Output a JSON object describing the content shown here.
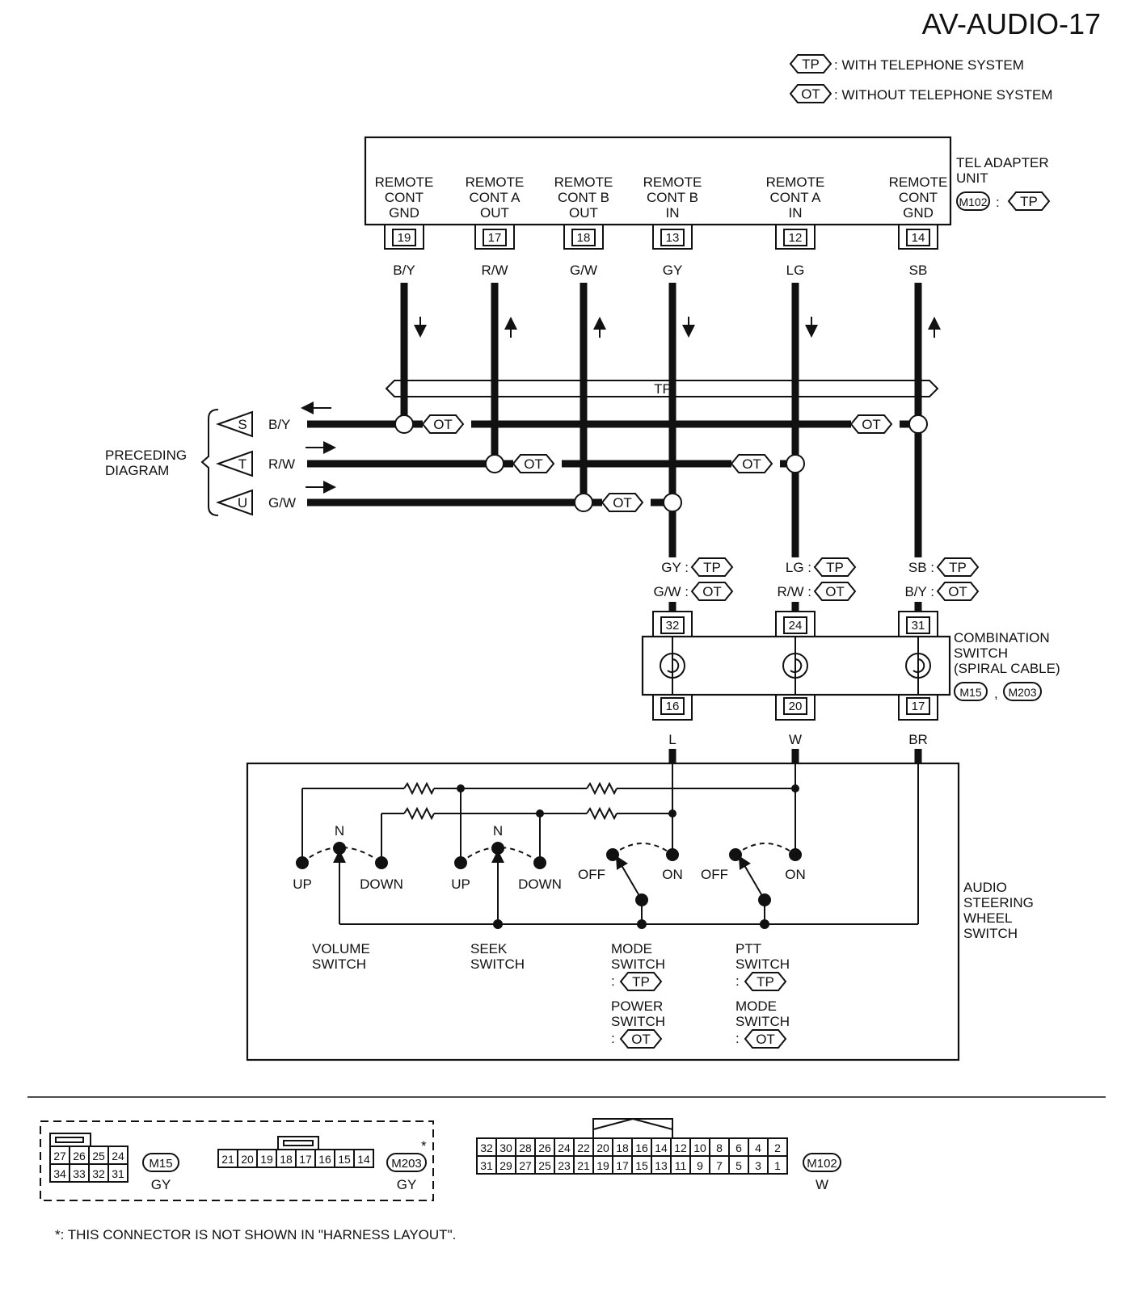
{
  "header": {
    "page_code": "AV-AUDIO-17"
  },
  "legend": [
    {
      "tag": "TP",
      "text": ": WITH TELEPHONE SYSTEM"
    },
    {
      "tag": "OT",
      "text": ": WITHOUT TELEPHONE SYSTEM"
    }
  ],
  "tel_adapter": {
    "name_line1": "TEL ADAPTER",
    "name_line2": "UNIT",
    "connector": "M102",
    "tag": "TP",
    "pins": [
      {
        "l1": "REMOTE",
        "l2": "CONT",
        "l3": "GND",
        "pin": "19",
        "wire": "B/Y"
      },
      {
        "l1": "REMOTE",
        "l2": "CONT A",
        "l3": "OUT",
        "pin": "17",
        "wire": "R/W"
      },
      {
        "l1": "REMOTE",
        "l2": "CONT B",
        "l3": "OUT",
        "pin": "18",
        "wire": "G/W"
      },
      {
        "l1": "REMOTE",
        "l2": "CONT B",
        "l3": "IN",
        "pin": "13",
        "wire": "GY"
      },
      {
        "l1": "REMOTE",
        "l2": "CONT A",
        "l3": "IN",
        "pin": "12",
        "wire": "LG"
      },
      {
        "l1": "REMOTE",
        "l2": "CONT",
        "l3": "GND",
        "pin": "14",
        "wire": "SB"
      }
    ]
  },
  "tp_bar": "TP",
  "ot_tag": "OT",
  "preceding": {
    "line1": "PRECEDING",
    "line2": "DIAGRAM",
    "refs": [
      {
        "letter": "S",
        "wire": "B/Y"
      },
      {
        "letter": "T",
        "wire": "R/W"
      },
      {
        "letter": "U",
        "wire": "G/W"
      }
    ]
  },
  "combo_labels": [
    {
      "tp_wire": "GY :",
      "ot_wire": "G/W :"
    },
    {
      "tp_wire": "LG :",
      "ot_wire": "R/W :"
    },
    {
      "tp_wire": "SB :",
      "ot_wire": "B/Y :"
    }
  ],
  "combination_switch": {
    "line1": "COMBINATION",
    "line2": "SWITCH",
    "line3": "(SPIRAL CABLE)",
    "conn1": "M15",
    "conn2": "M203",
    "sep": ",",
    "top_pins": [
      "32",
      "24",
      "31"
    ],
    "bottom_pins": [
      "16",
      "20",
      "17"
    ],
    "bottom_wires": [
      "L",
      "W",
      "BR"
    ]
  },
  "steering": {
    "line1": "AUDIO",
    "line2": "STEERING",
    "line3": "WHEEL",
    "line4": "SWITCH",
    "n": "N",
    "up": "UP",
    "down": "DOWN",
    "off": "OFF",
    "on": "ON",
    "volume": [
      "VOLUME",
      "SWITCH"
    ],
    "seek": [
      "SEEK",
      "SWITCH"
    ],
    "mode_tp": [
      "MODE",
      "SWITCH"
    ],
    "power_ot": [
      "POWER",
      "SWITCH"
    ],
    "ptt_tp": [
      "PTT",
      "SWITCH"
    ],
    "mode_ot": [
      "MODE",
      "SWITCH"
    ],
    "colon": ":"
  },
  "connectors": {
    "m15": {
      "label": "M15",
      "color": "GY",
      "top": [
        "27",
        "26",
        "25",
        "24"
      ],
      "bottom": [
        "34",
        "33",
        "32",
        "31"
      ]
    },
    "m203": {
      "label": "M203",
      "color": "GY",
      "star": "*",
      "cells": [
        "21",
        "20",
        "19",
        "18",
        "17",
        "16",
        "15",
        "14"
      ]
    },
    "m102": {
      "label": "M102",
      "color": "W",
      "top": [
        "32",
        "30",
        "28",
        "26",
        "24",
        "22",
        "20",
        "18",
        "16",
        "14",
        "12",
        "10",
        "8",
        "6",
        "4",
        "2"
      ],
      "bottom": [
        "31",
        "29",
        "27",
        "25",
        "23",
        "21",
        "19",
        "17",
        "15",
        "13",
        "11",
        "9",
        "7",
        "5",
        "3",
        "1"
      ]
    }
  },
  "footnote": "*: THIS CONNECTOR IS NOT SHOWN IN \"HARNESS LAYOUT\"."
}
